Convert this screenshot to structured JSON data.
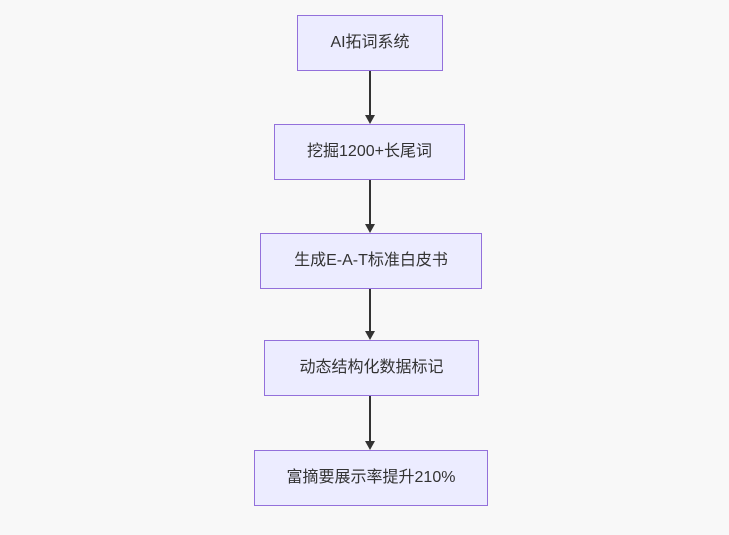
{
  "page": {
    "background_color": "#f8f8f8"
  },
  "flowchart": {
    "type": "flowchart-top-down",
    "style": {
      "node_fill": "#ECECFF",
      "node_border": "#9370DB",
      "text_color": "#333333",
      "arrow_color": "#333333"
    },
    "nodes": [
      {
        "id": "step-1",
        "label": "AI拓词系统"
      },
      {
        "id": "step-2",
        "label": "挖掘1200+长尾词"
      },
      {
        "id": "step-3",
        "label": "生成E-A-T标准白皮书"
      },
      {
        "id": "step-4",
        "label": "动态结构化数据标记"
      },
      {
        "id": "step-5",
        "label": "富摘要展示率提升210%"
      }
    ],
    "edges": [
      {
        "from": "step-1",
        "to": "step-2"
      },
      {
        "from": "step-2",
        "to": "step-3"
      },
      {
        "from": "step-3",
        "to": "step-4"
      },
      {
        "from": "step-4",
        "to": "step-5"
      }
    ]
  }
}
